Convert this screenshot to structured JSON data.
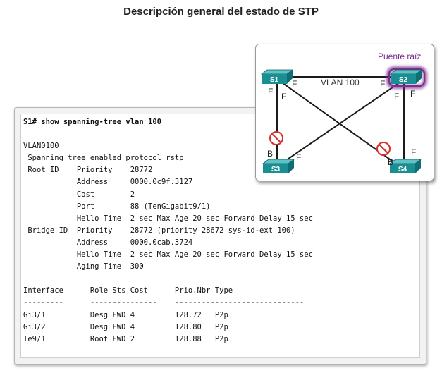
{
  "title": "Descripción general del estado de STP",
  "console": {
    "command": "S1# show spanning-tree vlan 100",
    "lines": [
      "",
      "VLAN0100",
      " Spanning tree enabled protocol rstp",
      " Root ID    Priority    28772",
      "            Address     0000.0c9f.3127",
      "            Cost        2",
      "            Port        88 (TenGigabit9/1)",
      "            Hello Time  2 sec Max Age 20 sec Forward Delay 15 sec",
      " Bridge ID  Priority    28772 (priority 28672 sys-id-ext 100)",
      "            Address     0000.0cab.3724",
      "            Hello Time  2 sec Max Age 20 sec Forward Delay 15 sec",
      "            Aging Time  300",
      "",
      "Interface      Role Sts Cost      Prio.Nbr Type",
      "---------      ---------------    -----------------------------",
      "Gi3/1          Desg FWD 4         128.72   P2p",
      "Gi3/2          Desg FWD 4         128.80   P2p",
      "Te9/1          Root FWD 2         128.88   P2p"
    ]
  },
  "topology": {
    "root_label": "Puente raíz",
    "vlan_label": "VLAN 100",
    "switches": {
      "s1": "S1",
      "s2": "S2",
      "s3": "S3",
      "s4": "S4"
    },
    "port_states": {
      "s1_right": "F",
      "s1_below": "F",
      "s1_diag": "F",
      "s2_left": "F",
      "s2_diag": "F",
      "s2_below": "F",
      "s3_blocked": "B",
      "s3_diag": "F",
      "s4_blocked": "B",
      "s4_top": "F"
    },
    "colors": {
      "switch_body": "#1a8f93",
      "switch_top": "#5ec3c6",
      "root_glow": "#7b2c8c",
      "root_label": "#7b2c8c",
      "block_symbol": "#d0312d",
      "link": "#1b1b1b"
    }
  }
}
